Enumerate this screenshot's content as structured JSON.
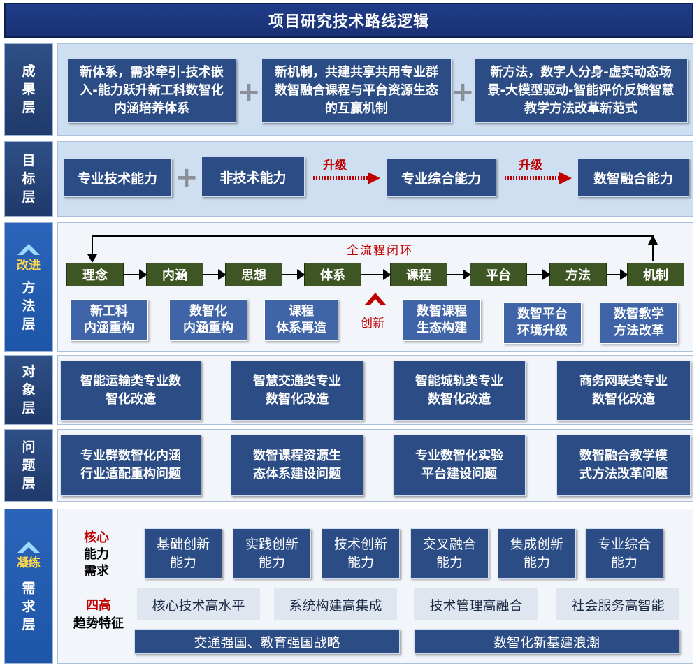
{
  "title": "项目研究技术路线逻辑",
  "layers": {
    "chengguo": "成\n果\n层",
    "mubiao": "目\n标\n层",
    "fangfa_top": "改进",
    "fangfa": "方\n法\n层",
    "duixiang": "对\n象\n层",
    "wenti": "问\n题\n层",
    "xuqiu_top": "凝练",
    "xuqiu": "需\n求\n层"
  },
  "chengguo": {
    "b1": "新体系，需求牵引-技术嵌入-能力跃升新工科数智化内涵培养体系",
    "b2": "新机制，共建共享共用专业群数智融合课程与平台资源生态的互赢机制",
    "b3": "新方法，数字人分身-虚实动态场景-大模型驱动-智能评价反馈智慧教学方法改革新范式"
  },
  "mubiao": {
    "b1": "专业技术能力",
    "b2": "非技术能力",
    "up1": "升级",
    "b3": "专业综合能力",
    "up2": "升级",
    "b4": "数智融合能力"
  },
  "fangfa": {
    "loop": "全流程闭环",
    "steps": [
      "理念",
      "内涵",
      "思想",
      "体系",
      "课程",
      "平台",
      "方法",
      "机制"
    ],
    "innov": "创新",
    "subs": [
      "新工科\n内涵重构",
      "数智化\n内涵重构",
      "课程\n体系再造",
      "数智课程\n生态构建",
      "数智平台\n环境升级",
      "数智教学\n方法改革"
    ]
  },
  "duixiang": [
    "智能运输类专业数\n智化改造",
    "智慧交通类专业\n数智化改造",
    "智能城轨类专业\n数智化改造",
    "商务网联类专业\n数智化改造"
  ],
  "wenti": [
    "专业群数智化内涵\n行业适配重构问题",
    "数智课程资源生\n态体系建设问题",
    "专业数智化实验\n平台建设问题",
    "数智融合教学模\n式方法改革问题"
  ],
  "xuqiu": {
    "core_red": "核心",
    "core_black": "能力\n需求",
    "abilities": [
      "基础创新\n能力",
      "实践创新\n能力",
      "技术创新\n能力",
      "交叉融合\n能力",
      "集成创新\n能力",
      "专业综合\n能力"
    ],
    "trend_red": "四高",
    "trend_black": "趋势特征",
    "trends": [
      "核心技术高水平",
      "系统构建高集成",
      "技术管理高融合",
      "社会服务高智能"
    ],
    "strategies": [
      "交通强国、教育强国战略",
      "数智化新基建浪潮"
    ]
  }
}
